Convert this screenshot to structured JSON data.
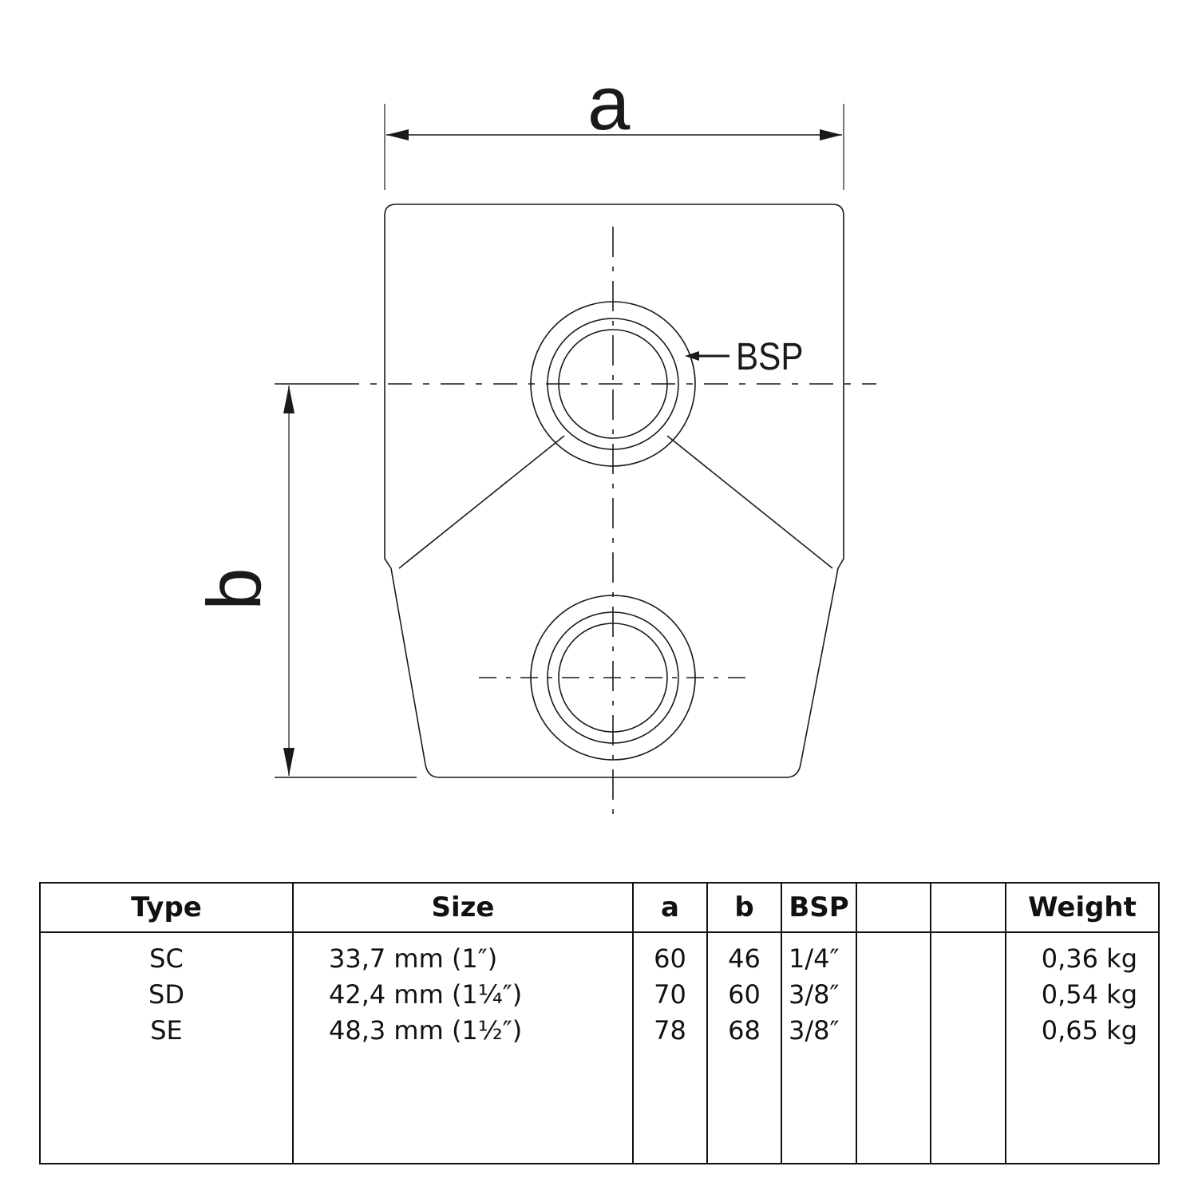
{
  "drawing": {
    "dimension_labels": {
      "width": "a",
      "height": "b",
      "thread": "BSP"
    },
    "line_color": "#1a1a1a"
  },
  "table": {
    "headers": [
      "Type",
      "Size",
      "a",
      "b",
      "BSP",
      "",
      "",
      "Weight"
    ],
    "rows": [
      {
        "type": "SC",
        "size": "33,7 mm (1″)",
        "a": "60",
        "b": "46",
        "bsp": "1/4″",
        "weight": "0,36 kg"
      },
      {
        "type": "SD",
        "size": "42,4 mm (1¼″)",
        "a": "70",
        "b": "60",
        "bsp": "3/8″",
        "weight": "0,54 kg"
      },
      {
        "type": "SE",
        "size": "48,3 mm (1½″)",
        "a": "78",
        "b": "68",
        "bsp": "3/8″",
        "weight": "0,65 kg"
      }
    ]
  }
}
